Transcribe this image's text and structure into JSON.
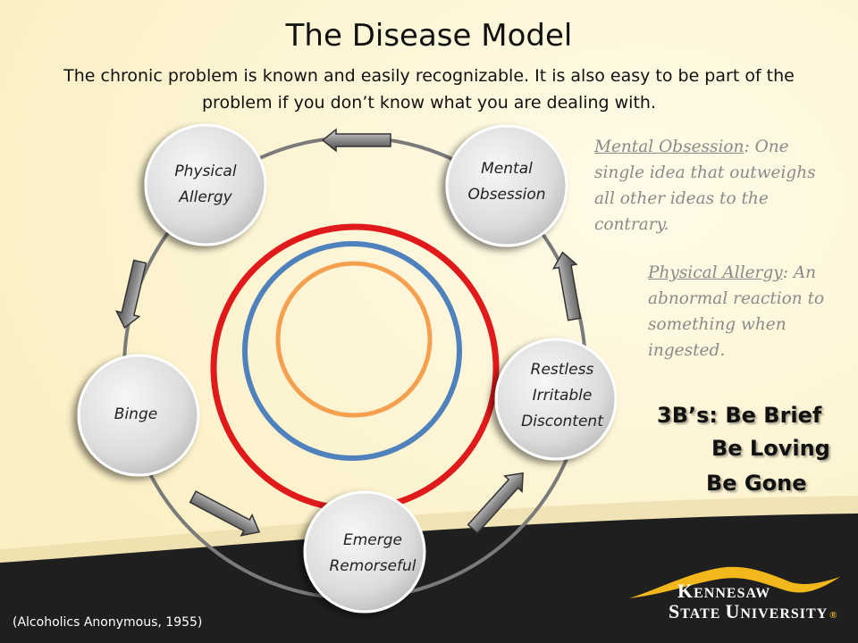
{
  "slide": {
    "title": "The Disease Model",
    "subtitle": "The chronic problem is known and easily recognizable. It is also easy to be part of the problem if you don’t know what you are dealing with.",
    "citation": "(Alcoholics Anonymous, 1955)"
  },
  "cycle": {
    "nodes": [
      {
        "id": "physical-allergy",
        "lines": [
          "Physical",
          "Allergy"
        ]
      },
      {
        "id": "mental-obsession",
        "lines": [
          "Mental",
          "Obsession"
        ]
      },
      {
        "id": "restless",
        "lines": [
          "Restless",
          "Irritable",
          "Discontent"
        ]
      },
      {
        "id": "emerge-remorseful",
        "lines": [
          "Emerge",
          "Remorseful"
        ]
      },
      {
        "id": "binge",
        "lines": [
          "Binge"
        ]
      }
    ]
  },
  "definitions": {
    "mental_term": "Mental Obsession",
    "mental_text": ": One single idea that outweighs all other ideas to the contrary.",
    "physical_term": "Physical Allergy",
    "physical_text": ": An abnormal reaction to something when ingested."
  },
  "three_bs": {
    "line1": "3B’s: Be Brief",
    "line2": "Be Loving",
    "line3": "Be Gone"
  },
  "logo": {
    "line1_big": "K",
    "line1_rest": "ENNESAW",
    "line2_big1": "S",
    "line2_rest1": "TATE ",
    "line2_big2": "U",
    "line2_rest2": "NIVERSITY",
    "registered": "®"
  },
  "colors": {
    "background": "#fdf6d8",
    "footer": "#1f1f1f",
    "ring_outer": "#e01a1a",
    "ring_middle": "#4f81bd",
    "ring_inner": "#f5a04e",
    "logo_gold": "#f2b71b"
  }
}
